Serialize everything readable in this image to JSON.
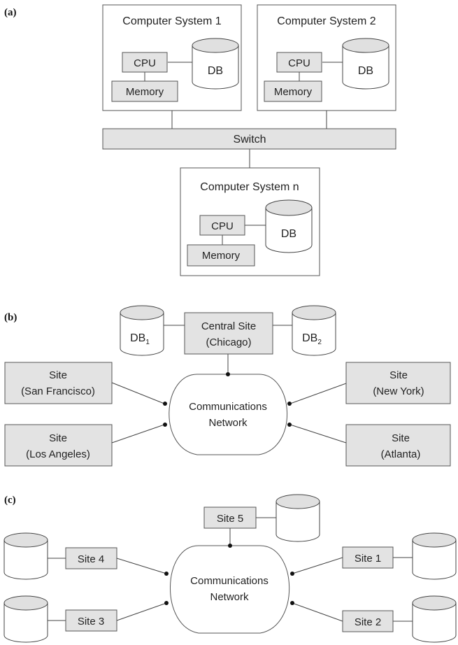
{
  "panel_a": {
    "label": "(a)",
    "systems": [
      {
        "title": "Computer System 1",
        "cpu": "CPU",
        "memory": "Memory",
        "db": "DB"
      },
      {
        "title": "Computer System 2",
        "cpu": "CPU",
        "memory": "Memory",
        "db": "DB"
      },
      {
        "title": "Computer System n",
        "cpu": "CPU",
        "memory": "Memory",
        "db": "DB"
      }
    ],
    "switch": "Switch"
  },
  "panel_b": {
    "label": "(b)",
    "central": {
      "line1": "Central Site",
      "line2": "(Chicago)"
    },
    "db1": {
      "main": "DB",
      "sub": "1"
    },
    "db2": {
      "main": "DB",
      "sub": "2"
    },
    "network": {
      "line1": "Communications",
      "line2": "Network"
    },
    "sites": {
      "sf": {
        "line1": "Site",
        "line2": "(San Francisco)"
      },
      "ny": {
        "line1": "Site",
        "line2": "(New York)"
      },
      "la": {
        "line1": "Site",
        "line2": "(Los Angeles)"
      },
      "atl": {
        "line1": "Site",
        "line2": "(Atlanta)"
      }
    }
  },
  "panel_c": {
    "label": "(c)",
    "network": {
      "line1": "Communications",
      "line2": "Network"
    },
    "sites": [
      "Site 1",
      "Site 2",
      "Site 3",
      "Site 4",
      "Site 5"
    ]
  }
}
